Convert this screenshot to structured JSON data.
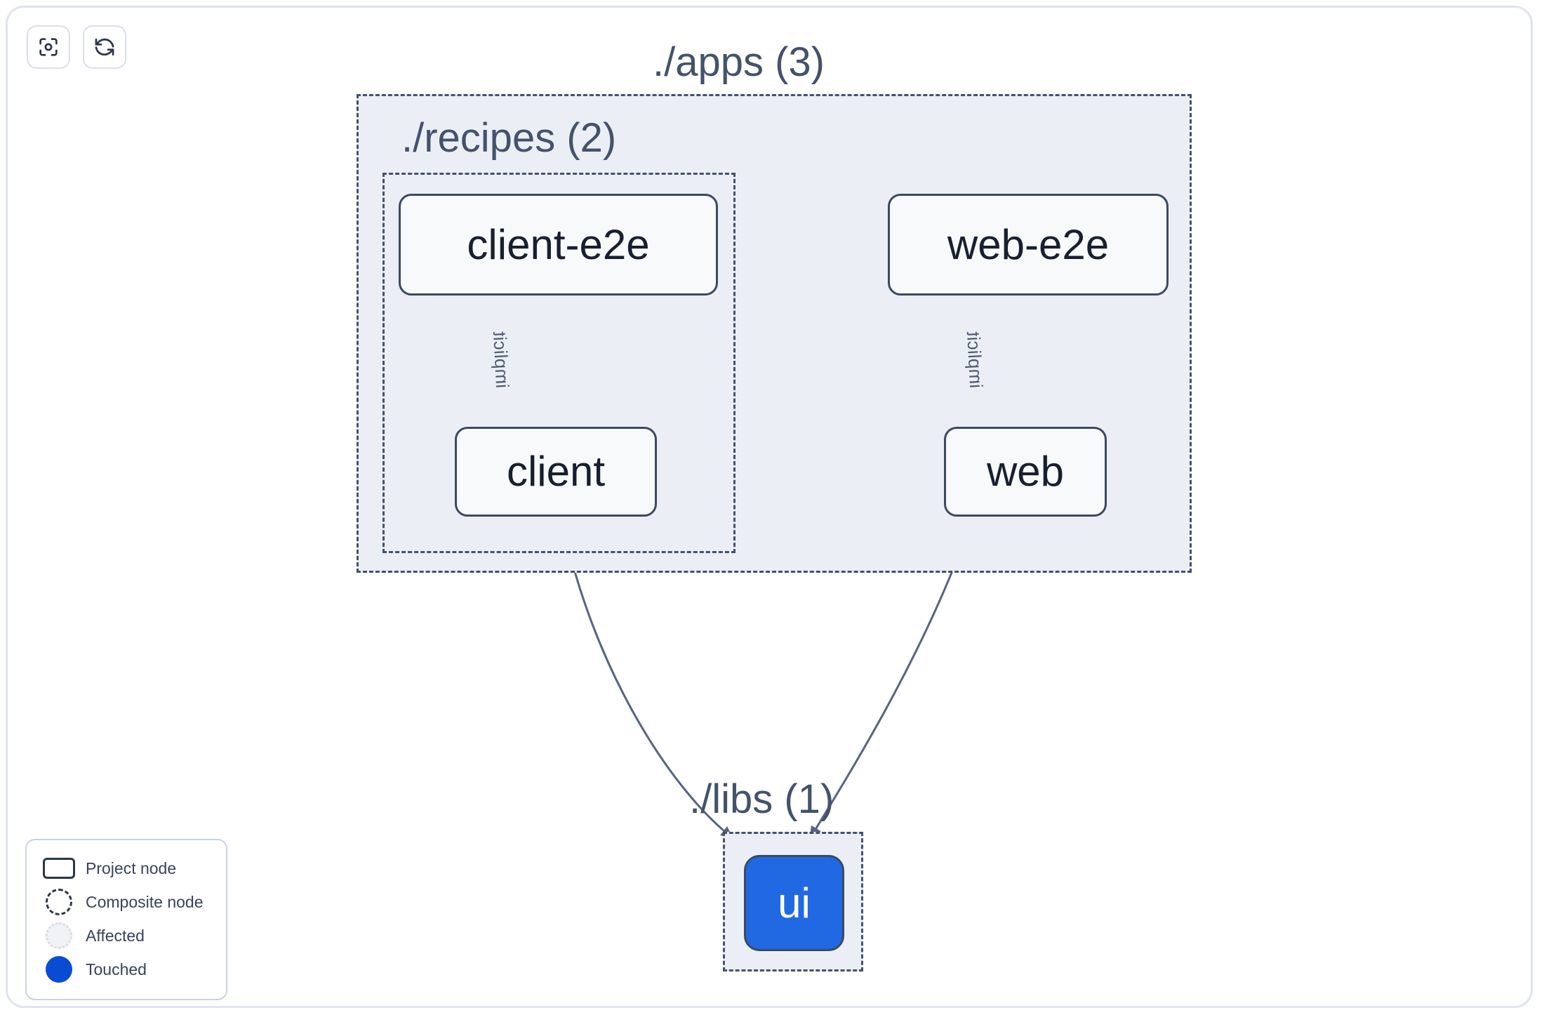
{
  "toolbar": {
    "buttons": [
      {
        "name": "focus-graph-button",
        "icon": "focus-target-icon"
      },
      {
        "name": "refresh-graph-button",
        "icon": "refresh-icon"
      }
    ]
  },
  "graph": {
    "groups": [
      {
        "id": "apps",
        "label": "./apps (3)"
      },
      {
        "id": "recipes",
        "label": "./recipes (2)"
      },
      {
        "id": "libs",
        "label": "./libs (1)"
      }
    ],
    "nodes": [
      {
        "id": "client-e2e",
        "label": "client-e2e",
        "state": "project"
      },
      {
        "id": "web-e2e",
        "label": "web-e2e",
        "state": "project"
      },
      {
        "id": "client",
        "label": "client",
        "state": "project"
      },
      {
        "id": "web",
        "label": "web",
        "state": "project"
      },
      {
        "id": "ui",
        "label": "ui",
        "state": "touched"
      }
    ],
    "edges": [
      {
        "from": "client-e2e",
        "to": "client",
        "label": "implicit"
      },
      {
        "from": "web-e2e",
        "to": "web",
        "label": "implicit"
      },
      {
        "from": "client",
        "to": "ui",
        "label": ""
      },
      {
        "from": "web",
        "to": "ui",
        "label": ""
      }
    ]
  },
  "legend": {
    "items": [
      {
        "swatch": "project-node-swatch",
        "label": "Project node"
      },
      {
        "swatch": "composite-node-swatch",
        "label": "Composite node"
      },
      {
        "swatch": "affected-swatch",
        "label": "Affected"
      },
      {
        "swatch": "touched-swatch",
        "label": "Touched"
      }
    ]
  },
  "colors": {
    "group_fill": "#ebeff5",
    "group_border": "#44526b",
    "node_fill": "#f8f9fb",
    "node_border": "#3b4a61",
    "node_text": "#18202f",
    "touched": "#2169e3",
    "touched_legend": "#0a4bd4",
    "edge": "#57657e",
    "canvas_border": "#dfe4ee"
  }
}
